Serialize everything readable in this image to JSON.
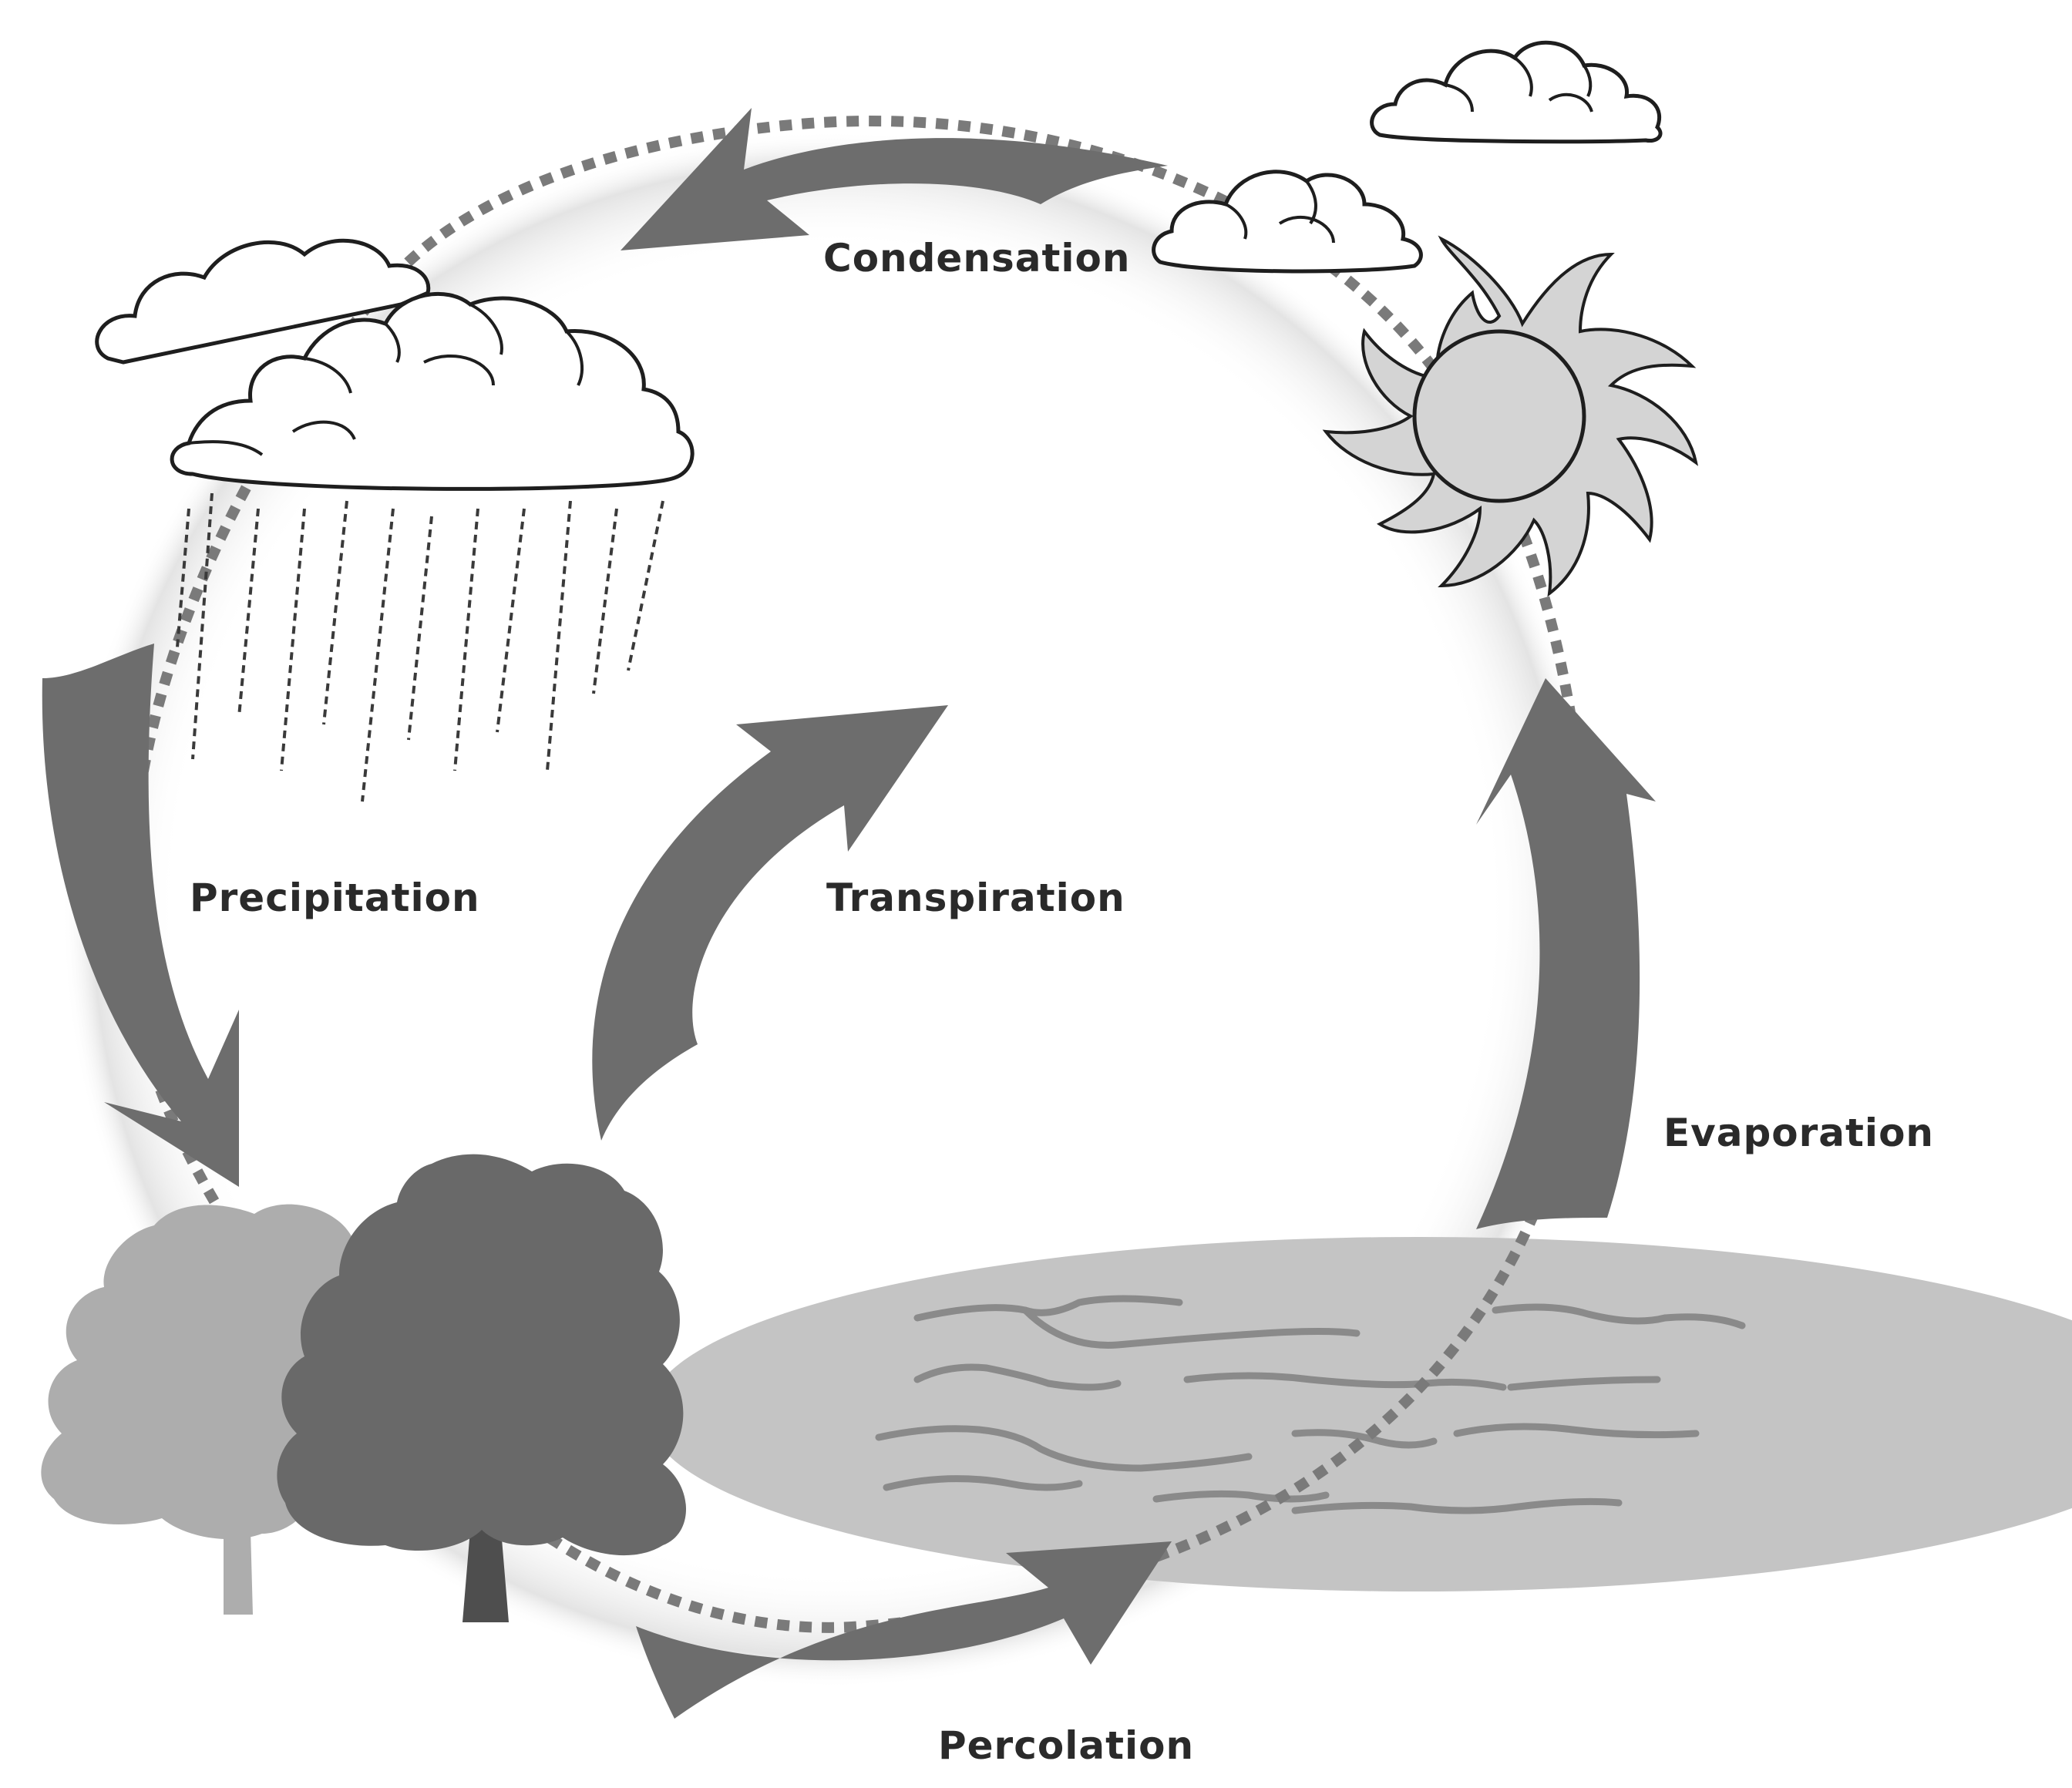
{
  "diagram": {
    "labels": {
      "condensation": "Condensation",
      "precipitation": "Precipitation",
      "transpiration": "Transpiration",
      "evaporation": "Evaporation",
      "percolation": "Percolation"
    },
    "colors": {
      "arrow": "#6d6d6d",
      "dotted_cycle": "#7a7a7a",
      "cloud_fill": "#ffffff",
      "cloud_stroke": "#1e1e1e",
      "sun_fill": "#d4d4d4",
      "lake": "#c4c4c4",
      "lake_waves": "#8a8a8a",
      "tree_light": "#adadad",
      "tree_dark": "#696969",
      "trunk_dark": "#4e4e4e",
      "rain": "#3a3a3a",
      "label_text": "#2a2a2a"
    }
  }
}
